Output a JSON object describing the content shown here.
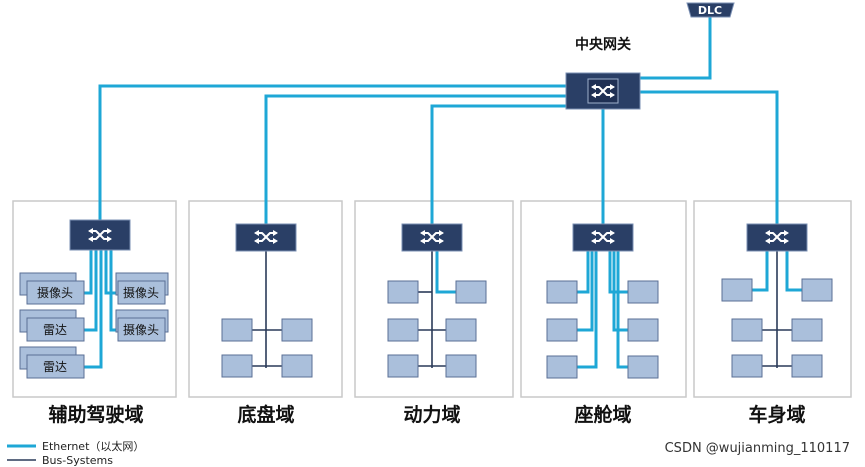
{
  "gateway": {
    "label": "中央网关"
  },
  "dlc": {
    "label": "DLC"
  },
  "domains": [
    {
      "id": "adas",
      "label": "辅助驾驶域",
      "sensors_left": [
        "摄像头",
        "雷达",
        "雷达"
      ],
      "sensors_right": [
        "摄像头",
        "摄像头"
      ]
    },
    {
      "id": "chassis",
      "label": "底盘域"
    },
    {
      "id": "powertrain",
      "label": "动力域"
    },
    {
      "id": "cabin",
      "label": "座舱域"
    },
    {
      "id": "body",
      "label": "车身域"
    }
  ],
  "legend": {
    "ethernet": "Ethernet（以太网）",
    "bus": "Bus-Systems"
  },
  "colors": {
    "ethernet": "#1ea7d6",
    "bus": "#2a3a58",
    "switch": "#2a3f66",
    "ecu": "#aabfdb"
  },
  "watermark": "CSDN @wujianming_110117"
}
